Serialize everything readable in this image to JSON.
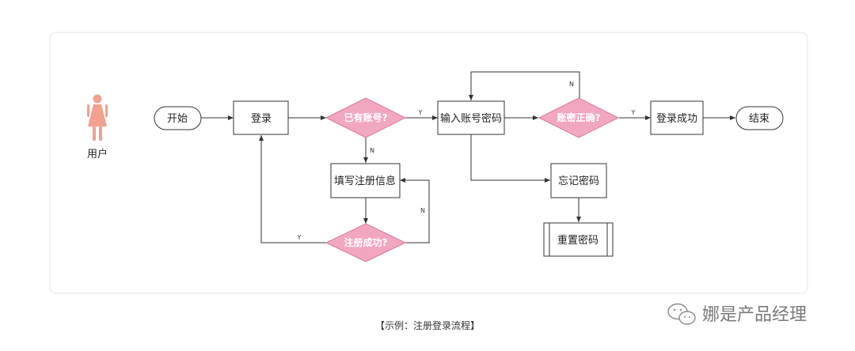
{
  "actor": {
    "label": "用户"
  },
  "nodes": {
    "start": "开始",
    "login": "登录",
    "has_account": "已有账号?",
    "fill_info": "填写注册信息",
    "register_ok": "注册成功?",
    "input_pwd": "输入账号密码",
    "pwd_ok": "账密正确?",
    "login_ok": "登录成功",
    "end": "结束",
    "forgot_pwd": "忘记密码",
    "reset_pwd": "重置密码"
  },
  "edge_labels": {
    "has_account_yes": "Y",
    "has_account_no": "N",
    "register_yes": "Y",
    "register_no": "N",
    "pwd_yes": "Y",
    "pwd_no": "N"
  },
  "caption": "【示例：注册登录流程】",
  "watermark": "娜是产品经理",
  "colors": {
    "diamond_fill": "#f2a7c0",
    "diamond_stroke": "#d9779b",
    "actor": "#f2a08f",
    "stroke": "#333333",
    "panel_border": "#e6e6e6"
  }
}
